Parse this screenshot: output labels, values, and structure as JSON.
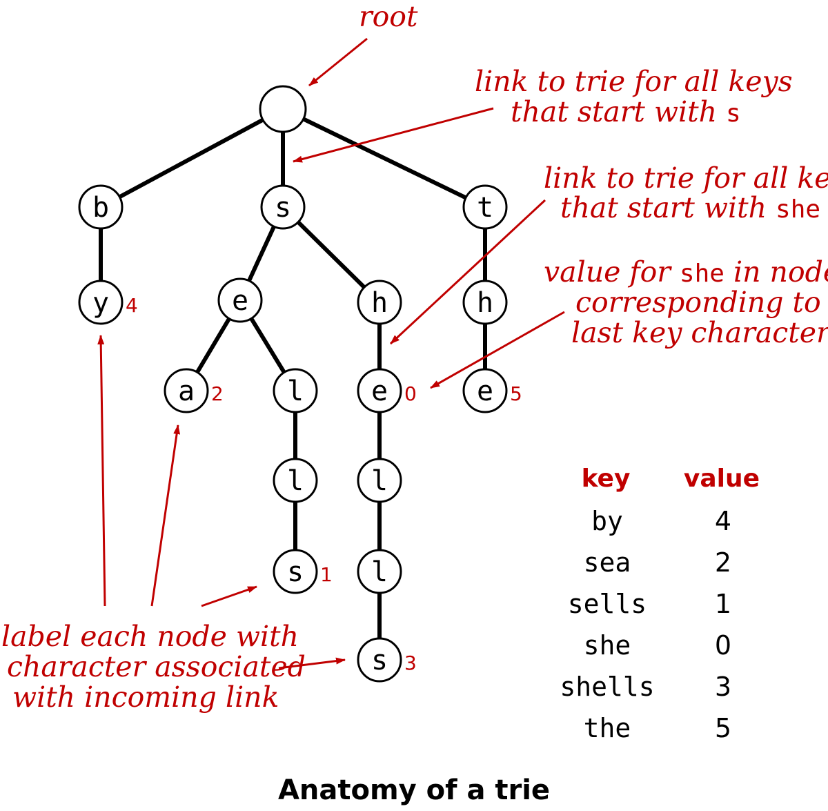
{
  "diagram": {
    "caption": "Anatomy of a trie",
    "nodes": [
      {
        "id": "root",
        "char": "",
        "value": ""
      },
      {
        "id": "b",
        "char": "b",
        "value": ""
      },
      {
        "id": "s",
        "char": "s",
        "value": ""
      },
      {
        "id": "t",
        "char": "t",
        "value": ""
      },
      {
        "id": "y",
        "char": "y",
        "value": "4"
      },
      {
        "id": "e1",
        "char": "e",
        "value": ""
      },
      {
        "id": "h1",
        "char": "h",
        "value": ""
      },
      {
        "id": "h2",
        "char": "h",
        "value": ""
      },
      {
        "id": "a",
        "char": "a",
        "value": "2"
      },
      {
        "id": "l1",
        "char": "l",
        "value": ""
      },
      {
        "id": "e2",
        "char": "e",
        "value": "0"
      },
      {
        "id": "e3",
        "char": "e",
        "value": "5"
      },
      {
        "id": "l2",
        "char": "l",
        "value": ""
      },
      {
        "id": "l3",
        "char": "l",
        "value": ""
      },
      {
        "id": "s2",
        "char": "s",
        "value": "1"
      },
      {
        "id": "l4",
        "char": "l",
        "value": ""
      },
      {
        "id": "s3",
        "char": "s",
        "value": "3"
      }
    ],
    "edges": [
      [
        "root",
        "b"
      ],
      [
        "root",
        "s"
      ],
      [
        "root",
        "t"
      ],
      [
        "b",
        "y"
      ],
      [
        "s",
        "e1"
      ],
      [
        "s",
        "h1"
      ],
      [
        "t",
        "h2"
      ],
      [
        "e1",
        "a"
      ],
      [
        "e1",
        "l1"
      ],
      [
        "h1",
        "e2"
      ],
      [
        "h2",
        "e3"
      ],
      [
        "l1",
        "l2"
      ],
      [
        "e2",
        "l3"
      ],
      [
        "l2",
        "s2"
      ],
      [
        "l3",
        "l4"
      ],
      [
        "l4",
        "s3"
      ]
    ],
    "annotations": {
      "root": "root",
      "link_s_line1": "link to trie for all keys",
      "link_s_line2": "that start with ",
      "link_s_mono": "s",
      "link_she_line1": "link to trie for all keys",
      "link_she_line2": "that start with ",
      "link_she_mono": "she",
      "value_line1_pre": "value for ",
      "value_line1_mono": "she",
      "value_line1_post": " in node",
      "value_line2": "corresponding to",
      "value_line3": "last key character",
      "label_line1": "label each node with",
      "label_line2": "character associated",
      "label_line3": "with incoming link"
    },
    "table": {
      "key_header": "key",
      "value_header": "value",
      "rows": [
        {
          "key": "by",
          "value": "4"
        },
        {
          "key": "sea",
          "value": "2"
        },
        {
          "key": "sells",
          "value": "1"
        },
        {
          "key": "she",
          "value": "0"
        },
        {
          "key": "shells",
          "value": "3"
        },
        {
          "key": "the",
          "value": "5"
        }
      ]
    },
    "colors": {
      "accent": "#c00000",
      "ink": "#000000"
    }
  }
}
